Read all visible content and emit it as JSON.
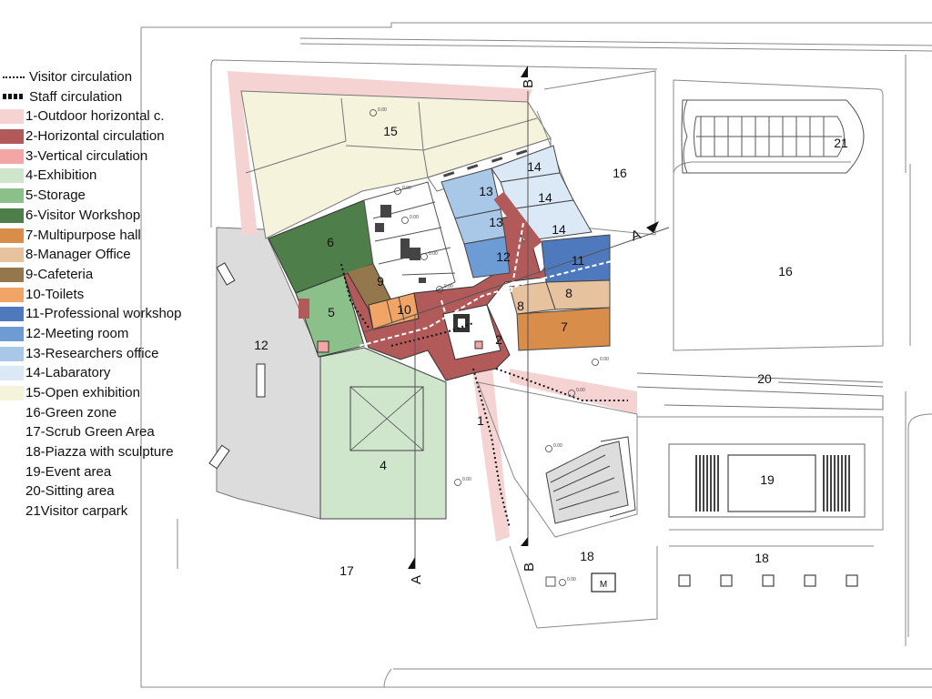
{
  "legend": {
    "visitor_circulation": "Visitor circulation",
    "staff_circulation": "Staff circulation",
    "items": [
      {
        "label": "1-Outdoor horizontal c.",
        "color": "#f6d3d3"
      },
      {
        "label": "2-Horizontal circulation",
        "color": "#b25a5a"
      },
      {
        "label": "3-Vertical circulation",
        "color": "#f2a6a6"
      },
      {
        "label": "4-Exhibition",
        "color": "#cfe5cc"
      },
      {
        "label": "5-Storage",
        "color": "#8cc08a"
      },
      {
        "label": "6-Visitor Workshop",
        "color": "#4e7f4a"
      },
      {
        "label": "7-Multipurpose hall",
        "color": "#d98d4a"
      },
      {
        "label": "8-Manager Office",
        "color": "#e7c29e"
      },
      {
        "label": "9-Cafeteria",
        "color": "#95774e"
      },
      {
        "label": "10-Toilets",
        "color": "#f0a465"
      },
      {
        "label": "11-Professional workshop",
        "color": "#4f79bd"
      },
      {
        "label": "12-Meeting room",
        "color": "#6d9bd3"
      },
      {
        "label": "13-Researchers office",
        "color": "#a9c8e8"
      },
      {
        "label": "14-Labaratory",
        "color": "#dbe8f5"
      },
      {
        "label": "15-Open exhibition",
        "color": "#f5f3dc"
      },
      {
        "label": "16-Green zone",
        "color": ""
      },
      {
        "label": "17-Scrub Green Area",
        "color": ""
      },
      {
        "label": "18-Piazza with sculpture",
        "color": ""
      },
      {
        "label": "19-Event area",
        "color": ""
      },
      {
        "label": "20-Sitting area",
        "color": ""
      },
      {
        "label": "21Visitor carpark",
        "color": ""
      }
    ]
  },
  "plan": {
    "section_a": "A",
    "section_b": "B",
    "level_label": "0.00",
    "monument_label": "M",
    "room_numbers": {
      "r1": "1",
      "r2": "2",
      "r4": "4",
      "r5": "5",
      "r6": "6",
      "r7": "7",
      "r8": "8",
      "r9": "9",
      "r10": "10",
      "r11": "11",
      "r12": "12",
      "r13": "13",
      "r14": "14",
      "r15": "15",
      "r16": "16",
      "r17": "17",
      "r18": "18",
      "r19": "19",
      "r20": "20",
      "r21": "21"
    }
  }
}
